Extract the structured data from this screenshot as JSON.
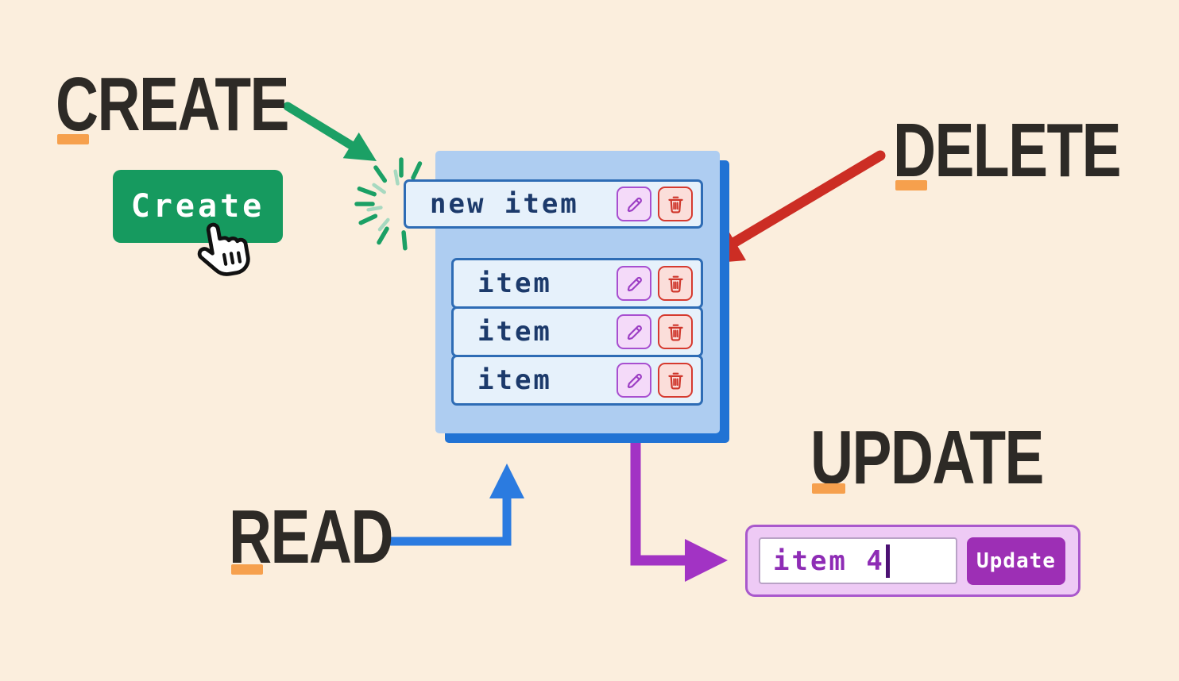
{
  "titles": {
    "create": "CREATE",
    "read": "READ",
    "update": "UPDATE",
    "delete": "DELETE"
  },
  "create_button": {
    "label": "Create"
  },
  "list_panel": {
    "new_item_row": {
      "label": "new item"
    },
    "rows": [
      {
        "label": "item"
      },
      {
        "label": "item"
      },
      {
        "label": "item"
      }
    ]
  },
  "update_widget": {
    "input_value": "item 4",
    "button_label": "Update"
  },
  "icons": {
    "row_edit": "pencil-icon",
    "row_delete": "trash-icon",
    "pointer": "hand-cursor-icon",
    "burst": "sparkle-burst-icon"
  },
  "colors": {
    "bg": "#fbeedd",
    "title": "#2d2a26",
    "orange": "#f6a04d",
    "green": "#169a5f",
    "green-arrow": "#1ba065",
    "green-light": "#a7d9c0",
    "red": "#cc2d24",
    "blue-arrow": "#2b7be0",
    "panel": "#aecdf1",
    "panel-shadow": "#2173d4",
    "row-bg": "#e6f1fb",
    "row-border": "#2e6cb5",
    "navy": "#1c3a6b",
    "edit-bg": "#f4daf9",
    "edit-border": "#a84fd0",
    "edit-glyph": "#9c3ec4",
    "del-bg": "#fbdeda",
    "del-border": "#d63a2f",
    "del-glyph": "#cf362b",
    "purple-arrow": "#a233c4",
    "update-panel": "#eecaf5",
    "update-border": "#a958cc",
    "update-btn": "#9d2fb5",
    "input-text": "#8e2cb5",
    "caret": "#4c1173"
  }
}
